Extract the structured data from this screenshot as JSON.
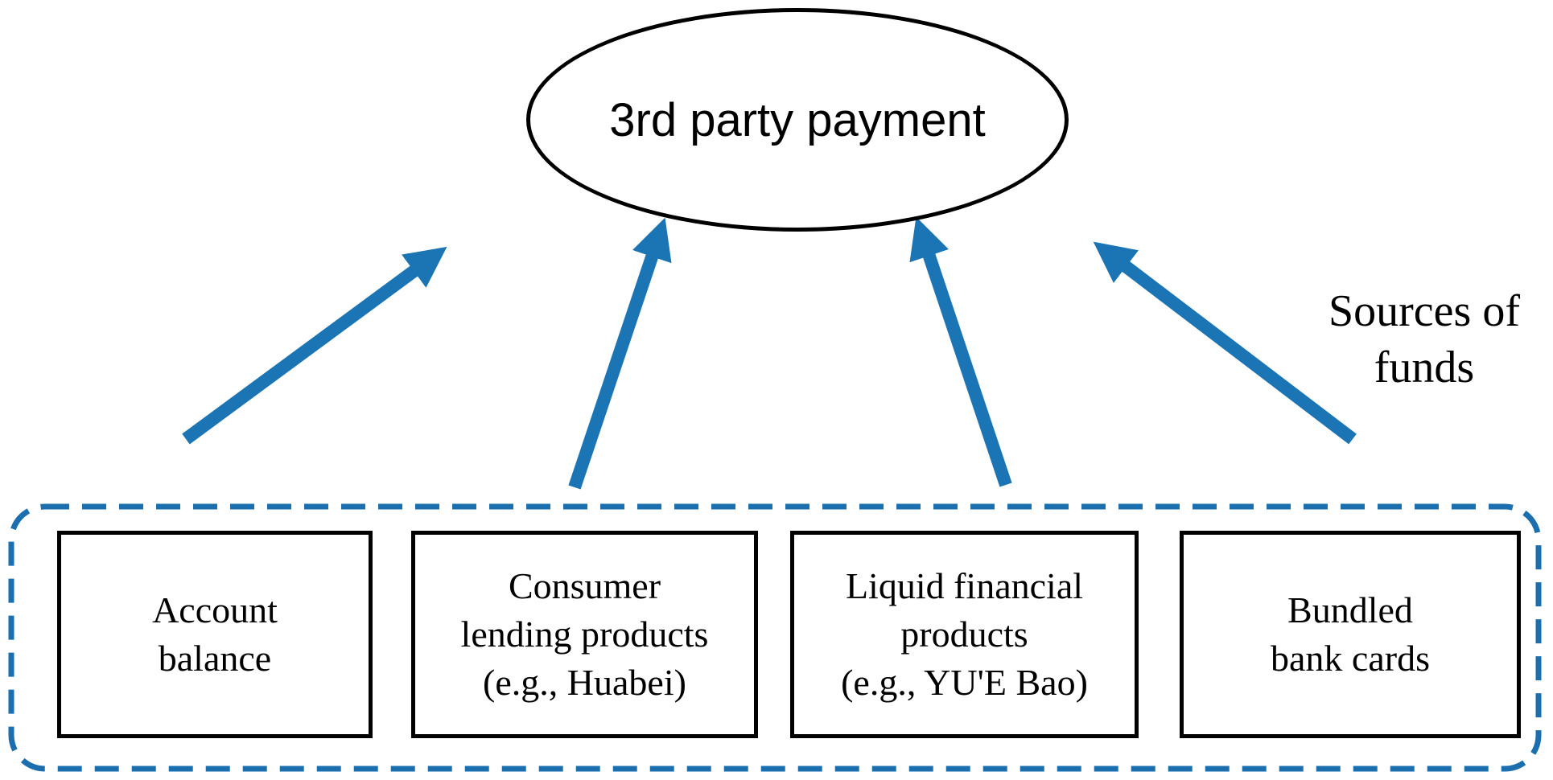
{
  "diagram": {
    "ellipse_label": "3rd party payment",
    "side_label": "Sources of\nfunds",
    "boxes": [
      {
        "id": "account-balance",
        "label": "Account\nbalance"
      },
      {
        "id": "consumer-lending",
        "label": "Consumer\nlending products\n(e.g., Huabei)"
      },
      {
        "id": "liquid-financial",
        "label": "Liquid financial\nproducts\n(e.g., YU'E Bao)"
      },
      {
        "id": "bundled-bank-cards",
        "label": "Bundled\nbank cards"
      }
    ],
    "colors": {
      "arrow": "#1b74b4",
      "container_border": "#1b6fae",
      "box_border": "#000000",
      "background": "#ffffff"
    }
  }
}
